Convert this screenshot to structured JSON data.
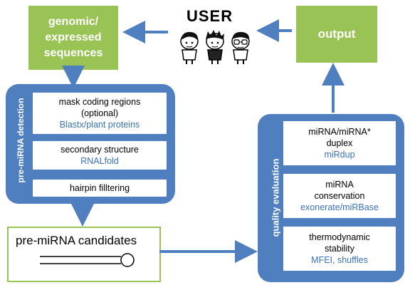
{
  "input_box": {
    "lines": [
      "genomic/",
      "expressed",
      "sequences"
    ]
  },
  "user": {
    "title": "USER"
  },
  "output_box": {
    "label": "output"
  },
  "detection": {
    "label": "pre-miRNA detection",
    "steps": [
      {
        "lines": [
          "mask coding regions",
          "(optional)"
        ],
        "tool": "Blastx/plant proteins"
      },
      {
        "lines": [
          "secondary structure"
        ],
        "tool": "RNALfold"
      },
      {
        "lines": [
          "hairpin filltering"
        ],
        "tool": ""
      }
    ]
  },
  "candidates": {
    "label": "pre-miRNA candidates"
  },
  "evaluation": {
    "label": "quality evaluation",
    "steps": [
      {
        "lines": [
          "miRNA/miRNA*",
          "duplex"
        ],
        "tool": "miRdup"
      },
      {
        "lines": [
          "miRNA",
          "conservation"
        ],
        "tool": "exonerate/miRBase"
      },
      {
        "lines": [
          "thermodynamic",
          "stability"
        ],
        "tool": "MFEI, shuffles"
      }
    ]
  },
  "colors": {
    "green": "#99c455",
    "blue": "#4f7fbf",
    "tool_text": "#3a72b8"
  }
}
